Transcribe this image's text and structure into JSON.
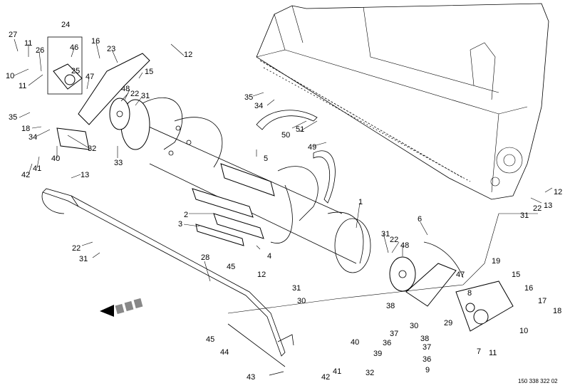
{
  "reference_number": "150 338 322 02",
  "callouts": [
    "1",
    "2",
    "3",
    "4",
    "5",
    "6",
    "7",
    "8",
    "9",
    "10",
    "11",
    "12",
    "13",
    "15",
    "16",
    "17",
    "18",
    "19",
    "22",
    "23",
    "24",
    "25",
    "26",
    "27",
    "28",
    "29",
    "30",
    "31",
    "32",
    "33",
    "34",
    "35",
    "36",
    "37",
    "38",
    "39",
    "40",
    "41",
    "42",
    "43",
    "44",
    "45",
    "46",
    "47",
    "48",
    "49",
    "50",
    "51"
  ],
  "labels": [
    {
      "id": "l24",
      "text": "24"
    },
    {
      "id": "l27",
      "text": "27"
    },
    {
      "id": "l11a",
      "text": "11"
    },
    {
      "id": "l26",
      "text": "26"
    },
    {
      "id": "l46",
      "text": "46"
    },
    {
      "id": "l16a",
      "text": "16"
    },
    {
      "id": "l23",
      "text": "23"
    },
    {
      "id": "l12a",
      "text": "12"
    },
    {
      "id": "l10a",
      "text": "10"
    },
    {
      "id": "l25",
      "text": "25"
    },
    {
      "id": "l11b",
      "text": "11"
    },
    {
      "id": "l47a",
      "text": "47"
    },
    {
      "id": "l15a",
      "text": "15"
    },
    {
      "id": "l48a",
      "text": "48"
    },
    {
      "id": "l31a",
      "text": "31"
    },
    {
      "id": "l22a",
      "text": "22"
    },
    {
      "id": "l35a",
      "text": "35"
    },
    {
      "id": "l34a",
      "text": "34"
    },
    {
      "id": "l35b",
      "text": "35"
    },
    {
      "id": "l18a",
      "text": "18"
    },
    {
      "id": "l34b",
      "text": "34"
    },
    {
      "id": "l50",
      "text": "50"
    },
    {
      "id": "l51",
      "text": "51"
    },
    {
      "id": "l32a",
      "text": "32"
    },
    {
      "id": "l40a",
      "text": "40"
    },
    {
      "id": "l33",
      "text": "33"
    },
    {
      "id": "l5",
      "text": "5"
    },
    {
      "id": "l49",
      "text": "49"
    },
    {
      "id": "l41a",
      "text": "41"
    },
    {
      "id": "l42a",
      "text": "42"
    },
    {
      "id": "l13a",
      "text": "13"
    },
    {
      "id": "l2",
      "text": "2"
    },
    {
      "id": "l3",
      "text": "3"
    },
    {
      "id": "l1",
      "text": "1"
    },
    {
      "id": "l12b",
      "text": "12"
    },
    {
      "id": "l13b",
      "text": "13"
    },
    {
      "id": "l22b",
      "text": "22"
    },
    {
      "id": "l31b",
      "text": "31"
    },
    {
      "id": "l6",
      "text": "6"
    },
    {
      "id": "l31c",
      "text": "31"
    },
    {
      "id": "l22c",
      "text": "22"
    },
    {
      "id": "l48b",
      "text": "48"
    },
    {
      "id": "l4",
      "text": "4"
    },
    {
      "id": "l22d",
      "text": "22"
    },
    {
      "id": "l31d",
      "text": "31"
    },
    {
      "id": "l28",
      "text": "28"
    },
    {
      "id": "l45a",
      "text": "45"
    },
    {
      "id": "l12c",
      "text": "12"
    },
    {
      "id": "l19",
      "text": "19"
    },
    {
      "id": "l15b",
      "text": "15"
    },
    {
      "id": "l47b",
      "text": "47"
    },
    {
      "id": "l16b",
      "text": "16"
    },
    {
      "id": "l31e",
      "text": "31"
    },
    {
      "id": "l30a",
      "text": "30"
    },
    {
      "id": "l8",
      "text": "8"
    },
    {
      "id": "l17",
      "text": "17"
    },
    {
      "id": "l18b",
      "text": "18"
    },
    {
      "id": "l38a",
      "text": "38"
    },
    {
      "id": "l30b",
      "text": "30"
    },
    {
      "id": "l29",
      "text": "29"
    },
    {
      "id": "l10b",
      "text": "10"
    },
    {
      "id": "l45b",
      "text": "45"
    },
    {
      "id": "l37a",
      "text": "37"
    },
    {
      "id": "l38b",
      "text": "38"
    },
    {
      "id": "l44",
      "text": "44"
    },
    {
      "id": "l40b",
      "text": "40"
    },
    {
      "id": "l39",
      "text": "39"
    },
    {
      "id": "l36a",
      "text": "36"
    },
    {
      "id": "l37b",
      "text": "37"
    },
    {
      "id": "l7",
      "text": "7"
    },
    {
      "id": "l11c",
      "text": "11"
    },
    {
      "id": "l36b",
      "text": "36"
    },
    {
      "id": "l41b",
      "text": "41"
    },
    {
      "id": "l42b",
      "text": "42"
    },
    {
      "id": "l32b",
      "text": "32"
    },
    {
      "id": "l9",
      "text": "9"
    },
    {
      "id": "l43",
      "text": "43"
    }
  ]
}
